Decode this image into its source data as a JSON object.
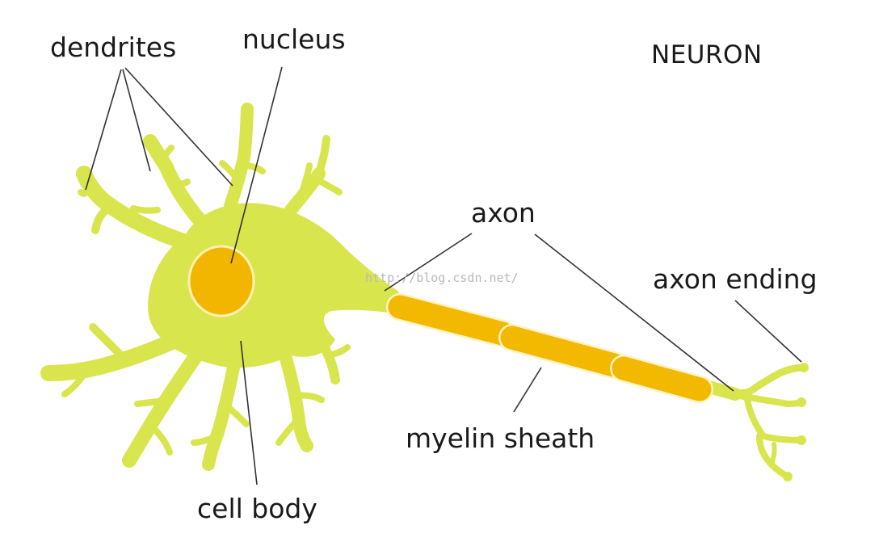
{
  "title": "NEURON",
  "labels": {
    "dendrites": "dendrites",
    "nucleus": "nucleus",
    "axon": "axon",
    "axon_ending": "axon ending",
    "myelin_sheath": "myelin sheath",
    "cell_body": "cell body"
  },
  "watermark": "http://blog.csdn.net/",
  "colors": {
    "cell": "#d9e54d",
    "cell_outline": "#c7d23c",
    "nucleus": "#f2b600",
    "myelin": "#f3b800",
    "myelin_outline": "#fff3c2",
    "leader_line": "#333333"
  }
}
